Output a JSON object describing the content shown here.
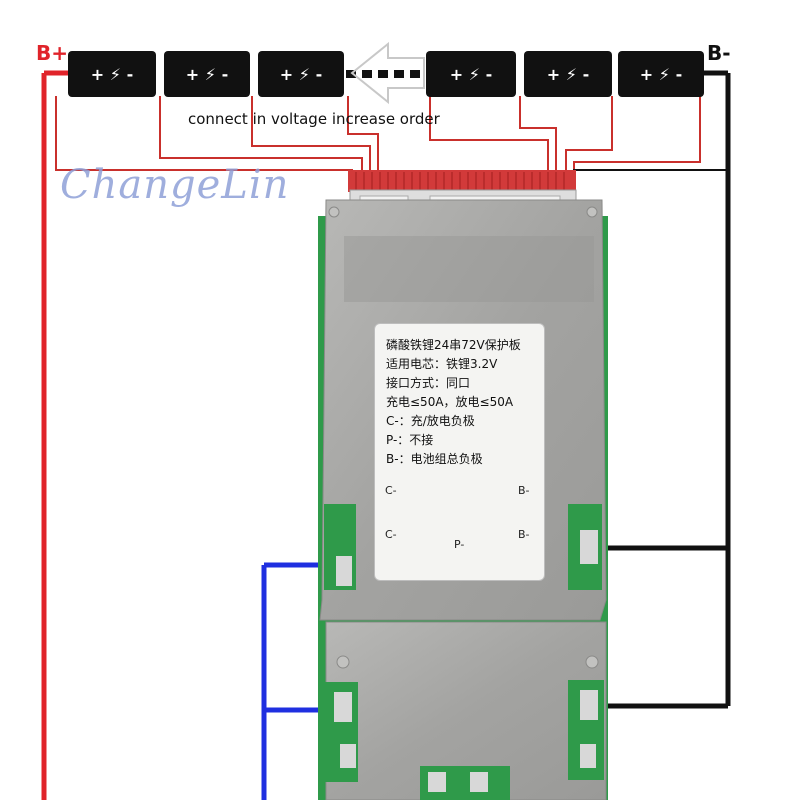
{
  "terminals": {
    "positive": "B+",
    "negative": "B-"
  },
  "note": "connect in voltage increase order",
  "watermark": "ChangeLin",
  "cell_symbol": "+ ⚡ -",
  "label_lines": [
    "磷酸铁锂24串72V保护板",
    "适用电芯：铁锂3.2V",
    "接口方式：同口",
    "充电≤50A，放电≤50A",
    "C-：充/放电负极",
    "P-：不接",
    "B-：电池组总负极"
  ],
  "pad_labels": {
    "c1": "C-",
    "c2": "C-",
    "b1": "B-",
    "b2": "B-",
    "p": "P-"
  },
  "colors": {
    "positive_wire": "#e0232a",
    "negative_wire": "#111111",
    "c_wire": "#1f2fe0",
    "sense_wire": "#c9302c",
    "board": "#a9a9a7",
    "pcb": "#2f9a4a"
  }
}
